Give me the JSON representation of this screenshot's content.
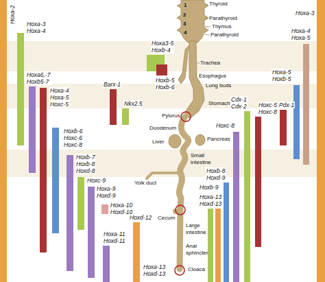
{
  "diagram": {
    "labels": [
      "Hoxa-2",
      "Hoxa-3 Hoxa-4",
      "Hoxa6,-7 Hoxb5-7",
      "Hoxa-4 Hoxa-5 Hoxc-5",
      "Barx-1",
      "Nkx2.5",
      "Hoxa3-5 Hoxb-4",
      "Hoxb-5 Hoxb-6",
      "Hoxb-6 Hoxc-6 Hoxc-8",
      "Hoxb-7 Hoxb-8 Hoxd-8",
      "Hoxc-9",
      "Hoxa-9 Hoxd-9",
      "Hoxa-10 Hoxd-10",
      "Hoxd-12",
      "Hoxa-11 Hoxd-11",
      "Hoxa-13 Hoxd-13",
      "Hoxa-3",
      "Hoxa-4 Hoxa-5",
      "Hoxa-5 Hoxb-5",
      "Cdx-1 Cdx-2",
      "Hoxc-5 Hoxc-8",
      "Pdx-1",
      "Hoxc-8",
      "Hoxb-8 Hoxd-9",
      "Hoxb-9",
      "Hoxa-13 Hoxd-13",
      "Thyroid",
      "1",
      "2",
      "3",
      "4",
      "Parathyroid",
      "Thymus",
      "Parathyroid",
      "Trachea",
      "Esophagus",
      "Lung buds",
      "Stomach",
      "Pylorus",
      "Duodenum",
      "Liver",
      "Pancreas",
      "Small intestine",
      "Yolk duct",
      "Cecum",
      "Large intestine",
      "Anal sphincter",
      "Cloaca"
    ]
  }
}
